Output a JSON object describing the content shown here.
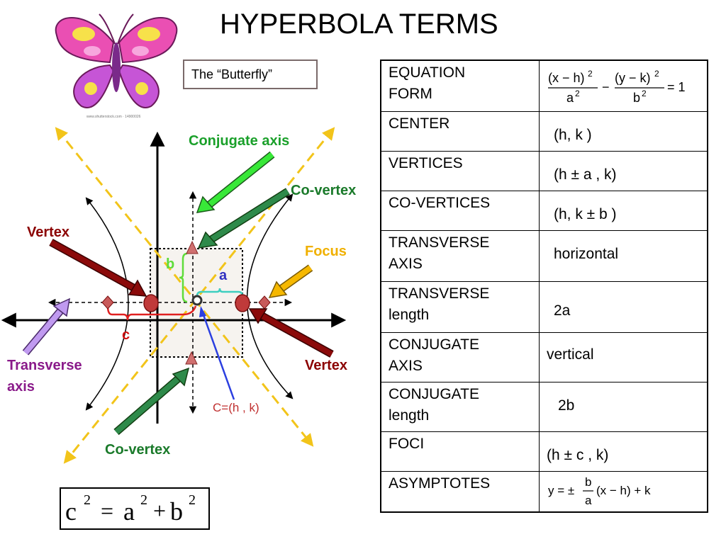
{
  "title": "HYPERBOLA TERMS",
  "butterfly_caption": "The “Butterfly”",
  "butterfly_watermark": "www.shutterstock.com · 14900026",
  "diagram": {
    "conjugate_axis": "Conjugate axis",
    "co_vertex_top": "Co-vertex",
    "vertex_left": "Vertex",
    "focus": "Focus",
    "b": "b",
    "a": "a",
    "c": "c",
    "transverse_axis_line1": "Transverse",
    "transverse_axis_line2": "axis",
    "vertex_right": "Vertex",
    "center": "C=(h , k)",
    "co_vertex_bottom": "Co-vertex"
  },
  "colors": {
    "conjugate_label": "#1aa02a",
    "co_vertex_label": "#1a7a2a",
    "vertex_label": "#8b0000",
    "focus_label": "#f0b000",
    "transverse_label": "#8a1a8a",
    "center_label": "#c03030",
    "b_label": "#5fdc3a",
    "a_label": "#3030c0",
    "c_label": "#d01010",
    "asymptote": "#f2c41a"
  },
  "table": [
    {
      "term_line1": "EQUATION",
      "term_line2": "FORM",
      "value": ""
    },
    {
      "term_line1": "CENTER",
      "term_line2": "",
      "value": "(h, k )"
    },
    {
      "term_line1": "VERTICES",
      "term_line2": "",
      "value": "(h ± a , k)"
    },
    {
      "term_line1": "CO-VERTICES",
      "term_line2": "",
      "value": "(h, k ± b )"
    },
    {
      "term_line1": "TRANSVERSE",
      "term_line2": "AXIS",
      "value": "horizontal"
    },
    {
      "term_line1": "TRANSVERSE",
      "term_line2": "length",
      "value": "2a"
    },
    {
      "term_line1": "CONJUGATE",
      "term_line2": "AXIS",
      "value": "vertical"
    },
    {
      "term_line1": "CONJUGATE",
      "term_line2": "length",
      "value": "2b"
    },
    {
      "term_line1": "FOCI",
      "term_line2": "",
      "value": "(h ± c , k)"
    },
    {
      "term_line1": "ASYMPTOTES",
      "term_line2": "",
      "value": ""
    }
  ],
  "equation": {
    "num1": "(x − h)",
    "exp1": "2",
    "den1": "a",
    "dexp1": "2",
    "minus": "−",
    "num2": "(y − k)",
    "exp2": "2",
    "den2": "b",
    "dexp2": "2",
    "equals": "= 1"
  },
  "asymptote_eq": {
    "lhs": "y = ±",
    "num": "b",
    "den": "a",
    "rhs": "(x − h) + k"
  },
  "relation": {
    "c": "c",
    "c_exp": "2",
    "eq": "=",
    "a": "a",
    "a_exp": "2",
    "plus": "+",
    "b": "b",
    "b_exp": "2"
  }
}
